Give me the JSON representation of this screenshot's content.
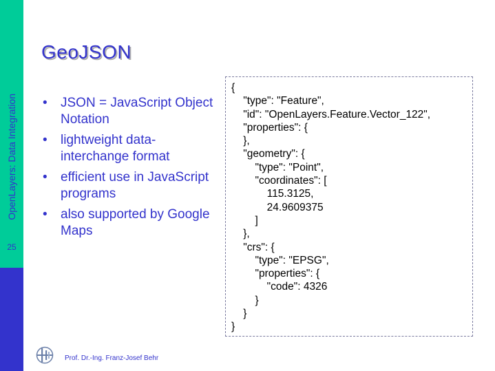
{
  "slide": {
    "title": "GeoJSON",
    "sidebar_label": "OpenLayers: Data Integration",
    "page_number": "25",
    "author": "Prof. Dr.-Ing. Franz-Josef Behr",
    "colors": {
      "accent": "#3333cc",
      "sidebar_green": "#00cc99",
      "sidebar_blue": "#3333cc"
    }
  },
  "bullets": [
    "JSON = JavaScript Object Notation",
    "lightweight data-interchange format",
    "efficient use in JavaScript programs",
    "also supported by Google Maps"
  ],
  "code_lines": [
    "{",
    "    \"type\": \"Feature\",",
    "    \"id\": \"OpenLayers.Feature.Vector_122\",",
    "    \"properties\": {",
    "    },",
    "    \"geometry\": {",
    "        \"type\": \"Point\",",
    "        \"coordinates\": [",
    "            115.3125,",
    "            24.9609375",
    "        ]",
    "    },",
    "    \"crs\": {",
    "        \"type\": \"EPSG\",",
    "        \"properties\": {",
    "            \"code\": 4326",
    "        }",
    "    }",
    "}"
  ],
  "icons": {
    "bullet": "bullet-dot-icon",
    "logo": "university-logo-icon"
  }
}
